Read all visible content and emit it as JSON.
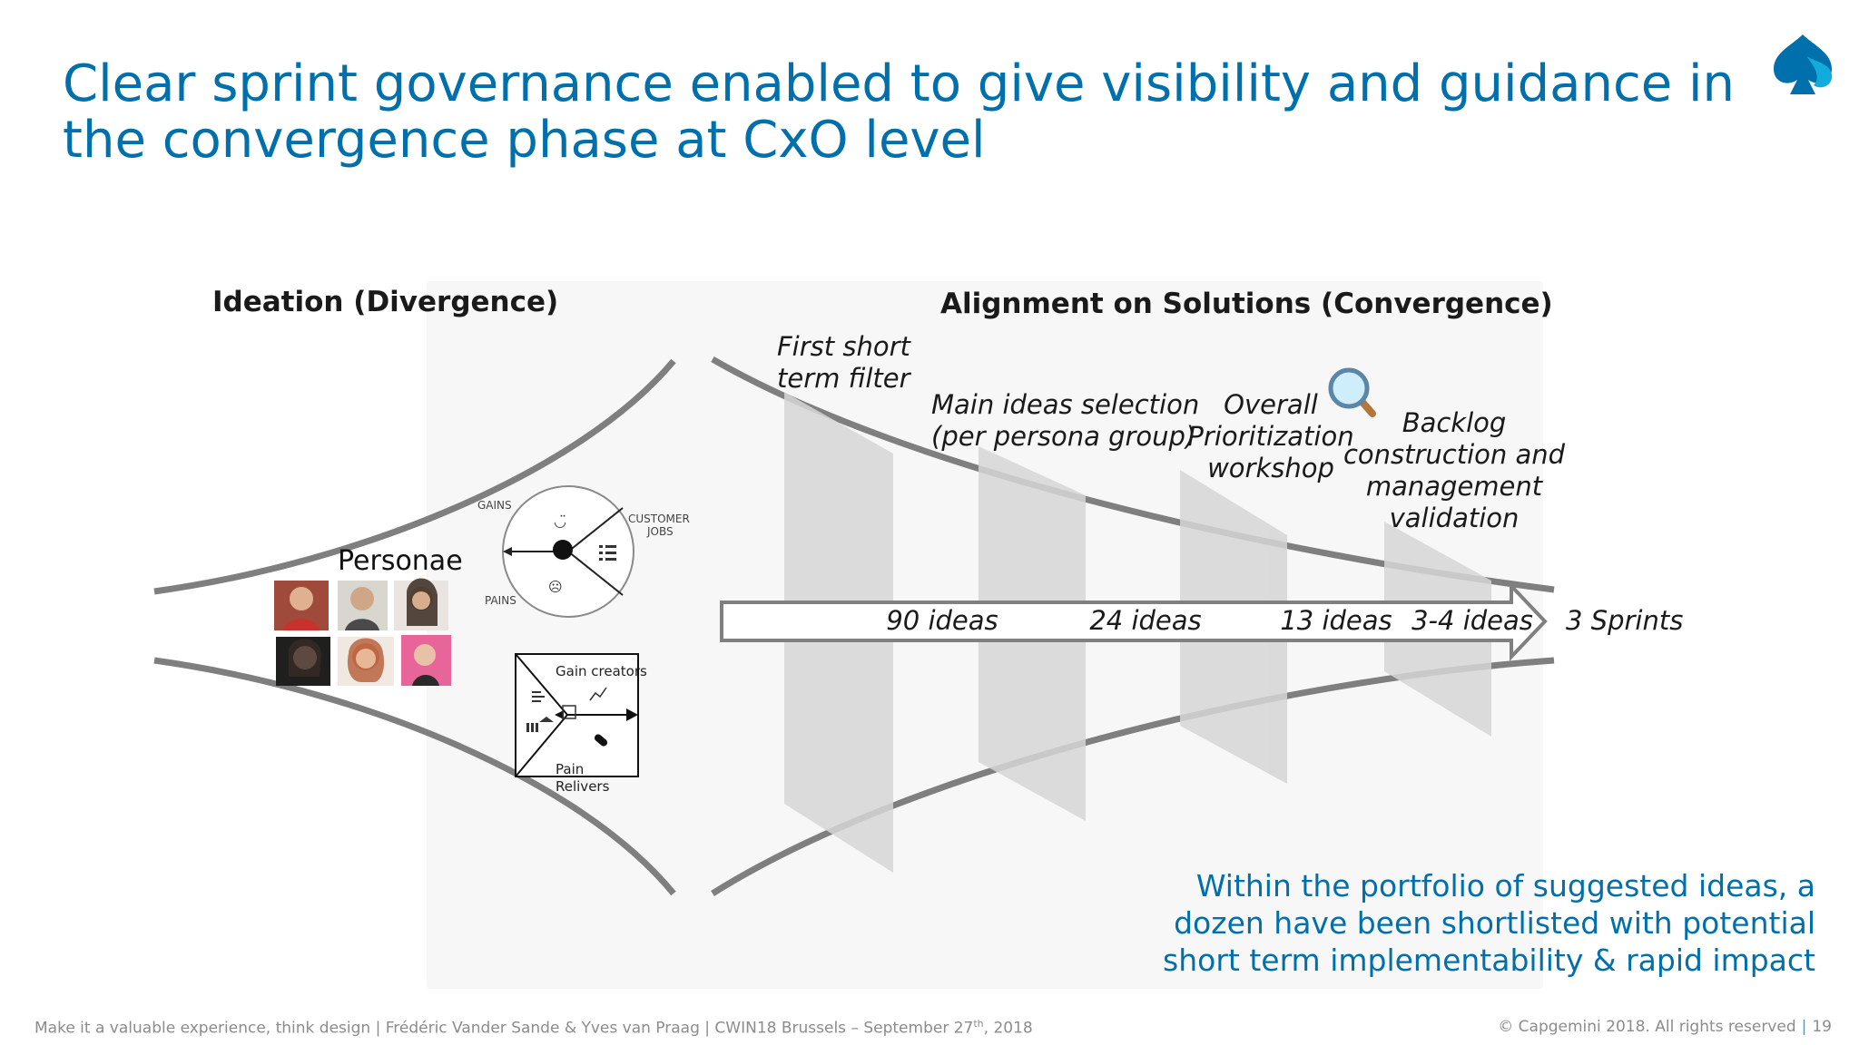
{
  "slide": {
    "title_line1": "Clear sprint governance enabled to give visibility and guidance in",
    "title_line2": "the convergence phase at CxO level",
    "summary_line1": "Within the portfolio of suggested ideas, a",
    "summary_line2": "dozen have been shortlisted with potential",
    "summary_line3": "short term implementability & rapid impact",
    "footer_left_main": "Make it a valuable experience, think design | Frédéric Vander Sande & Yves van Praag | CWIN18 Brussels – September 27",
    "footer_left_sup": "th",
    "footer_left_end": ", 2018",
    "footer_right": "© Capgemini 2018. All rights reserved",
    "page_number": "19",
    "brand_color": "#0070AD",
    "logo_icon": "spade-logo-icon"
  },
  "diagram": {
    "ideation_heading": "Ideation (Divergence)",
    "alignment_heading": "Alignment on Solutions (Convergence)",
    "personae_label": "Personae",
    "canvas": {
      "gains": "GAINS",
      "pains": "PAINS",
      "customer": "CUSTOMER",
      "jobs": "JOBS",
      "gain_creators": "Gain creators",
      "pain": "Pain",
      "relivers": "Relivers"
    },
    "stages": [
      {
        "line1": "First short",
        "line2": "term filter",
        "line3": "",
        "line4": "",
        "count": "90 ideas"
      },
      {
        "line1": "Main ideas selection",
        "line2": "(per persona group)",
        "line3": "",
        "line4": "",
        "count": "24 ideas"
      },
      {
        "line1": "Overall",
        "line2": "Prioritization",
        "line3": "workshop",
        "line4": "",
        "count": "13 ideas"
      },
      {
        "line1": "Backlog",
        "line2": "construction and",
        "line3": "management",
        "line4": "validation",
        "count": "3-4 ideas"
      }
    ],
    "result": "3 Sprints"
  }
}
